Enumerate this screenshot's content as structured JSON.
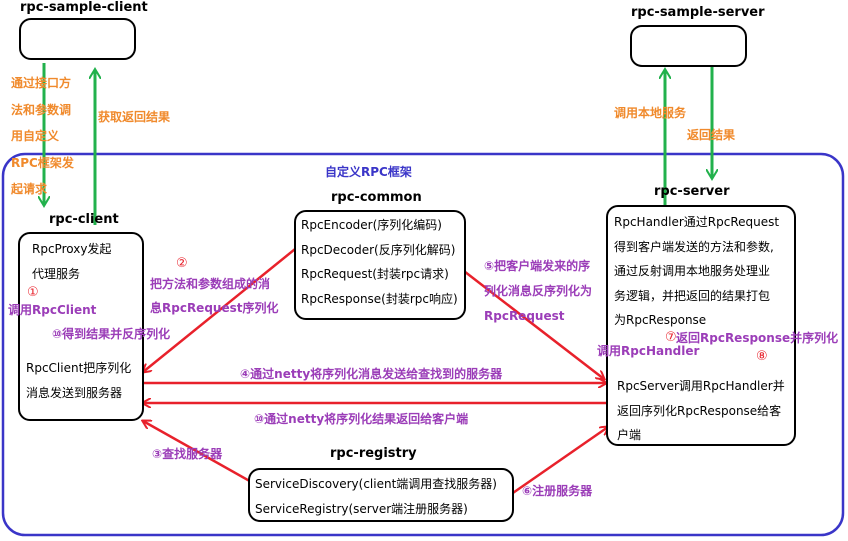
{
  "sample_client": {
    "title": "rpc-sample-client"
  },
  "sample_server": {
    "title": "rpc-sample-server"
  },
  "framework": {
    "title": "自定义RPC框架",
    "border_color": "#3a35c8"
  },
  "client_to_framework": {
    "lines": [
      "通过接口方",
      "法和参数调",
      "用自定义",
      "RPC框架发",
      "起请求"
    ]
  },
  "framework_to_client": {
    "label": "获取返回结果"
  },
  "server_call": {
    "label": "调用本地服务"
  },
  "server_return": {
    "label": "返回结果"
  },
  "rpc_client": {
    "title": "rpc-client",
    "proxy_lines": [
      "RpcProxy发起",
      "代理服务"
    ],
    "send_lines": [
      "RpcClient把序列化",
      "消息发送到服务器"
    ]
  },
  "rpc_common": {
    "title": "rpc-common",
    "items": [
      "RpcEncoder(序列化编码)",
      "RpcDecoder(反序列化解码)",
      "RpcRequest(封装rpc请求)",
      "RpcResponse(封装rpc响应)"
    ]
  },
  "rpc_server": {
    "title": "rpc-server",
    "handler_lines": [
      "RpcHandler通过RpcRequest",
      "得到客户端发送的方法和参数,",
      "通过反射调用本地服务处理业",
      "务逻辑，并把返回的结果打包",
      "为RpcResponse"
    ],
    "server_lines": [
      "RpcServer调用RpcHandler并",
      "返回序列化RpcResponse给客",
      "户端"
    ]
  },
  "rpc_registry": {
    "title": "rpc-registry",
    "items": [
      "ServiceDiscovery(client端调用查找服务器)",
      "ServiceRegistry(server端注册服务器)"
    ]
  },
  "steps": {
    "s1_num": "①",
    "s1_text": "调用RpcClient",
    "s2_num": "②",
    "s2_lines": [
      "把方法和参数组成的消",
      "息RpcRequest序列化"
    ],
    "s3": "③查找服务器",
    "s4": "④通过netty将序列化消息发送给查找到的服务器",
    "s5_lines": [
      "⑤把客户端发来的序",
      "列化消息反序列化为",
      "RpcRequest"
    ],
    "s6": "⑥注册服务器",
    "s7_num": "⑦",
    "s7_text": "调用RpcHandler",
    "s8_num": "⑧",
    "s8_text": "返回RpcResponse并序列化",
    "s9": "⑩通过netty将序列化结果返回给客户端",
    "s10": "⑩得到结果并反序列化"
  },
  "colors": {
    "green": "#22b14c",
    "red": "#e8212b",
    "orange": "#f08a2c",
    "purple": "#9b3db8"
  }
}
